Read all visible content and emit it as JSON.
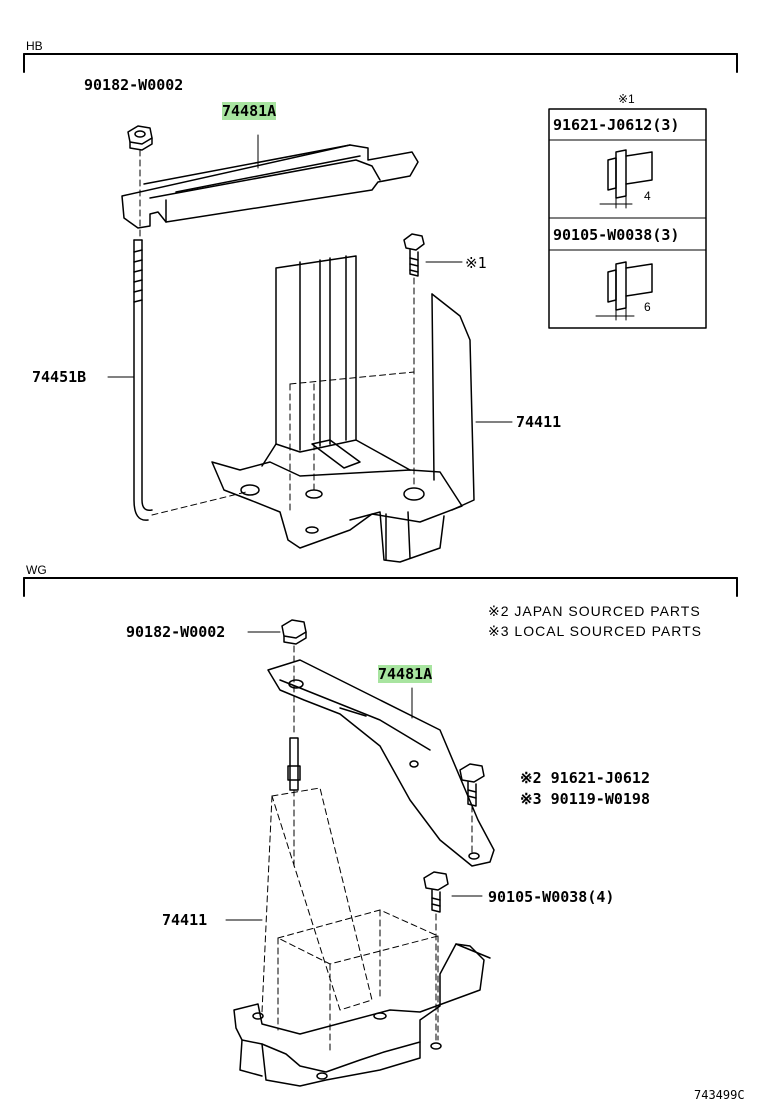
{
  "sections": {
    "hb": "HB",
    "wg": "WG"
  },
  "hb_labels": {
    "nut_top": "90182-W0002",
    "clamp": "74481A",
    "bolt_ref": "※1",
    "rod": "74451B",
    "tray": "74411"
  },
  "inset": {
    "title": "※1",
    "row1_part": "91621-J0612(3)",
    "row1_dim": "4",
    "row2_part": "90105-W0038(3)",
    "row2_dim": "6"
  },
  "wg_labels": {
    "note_japan": "※2 JAPAN SOURCED PARTS",
    "note_local": "※3 LOCAL SOURCED PARTS",
    "nut": "90182-W0002",
    "clamp": "74481A",
    "bolt_japan": "※2 91621-J0612",
    "bolt_local": "※3 90119-W0198",
    "bolt4": "90105-W0038(4)",
    "tray": "74411"
  },
  "figure_code": "743499C",
  "colors": {
    "highlight": "#a8e4a0",
    "line": "#000000"
  }
}
